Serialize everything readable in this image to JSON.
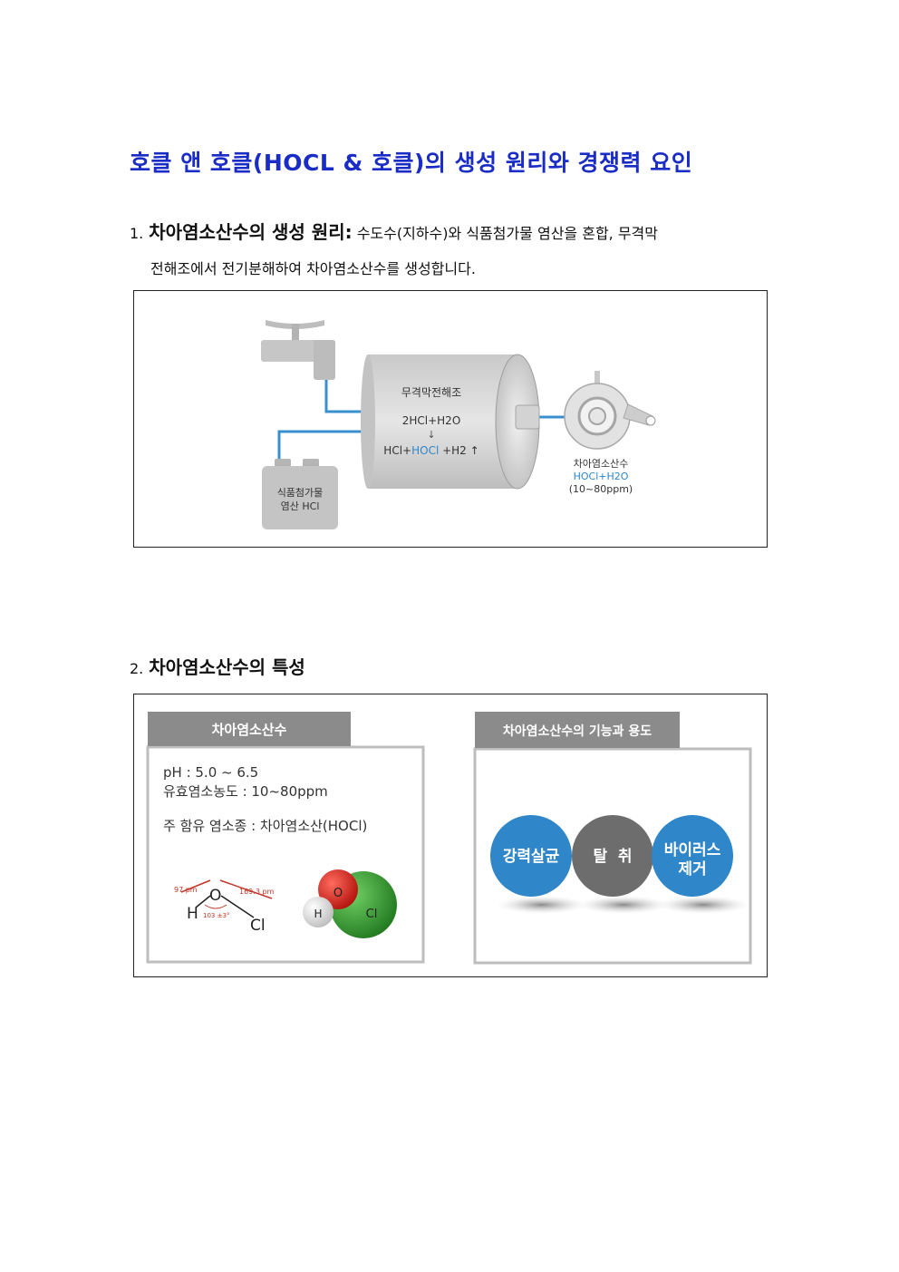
{
  "title": "호클 앤 호클(HOCL & 호클)의 생성 원리와 경쟁력 요인",
  "section1": {
    "number": "1.",
    "heading": "차아염소산수의 생성 원리:",
    "body_line1": "수도수(지하수)와 식품첨가물 염산을 혼합, 무격막",
    "body_line2": "전해조에서 전기분해하여 차아염소산수를 생성합니다.",
    "diagram": {
      "tank_title": "무격막전해조",
      "reaction_input": "2HCl+H2O",
      "arrow": "↓",
      "product_a": "HCl+",
      "product_b": "HOCl",
      "product_c": " +H2 ↑",
      "container_line1": "식품첨가물",
      "container_line2": "염산 HCl",
      "output_line1": "차아염소산수",
      "output_line2": "HOCl+H2O",
      "output_line3": "(10~80ppm)"
    }
  },
  "section2": {
    "number": "2.",
    "heading": "차아염소산수의 특성",
    "left_panel": {
      "tab": "차아염소산수",
      "ph": "pH : 5.0 ~ 6.5",
      "concentration": "유효염소농도 : 10~80ppm",
      "species": "주 함유 염소종 : 차아염소산(HOCl)",
      "mol_97": "97 pm",
      "mol_169": "169.3 pm",
      "mol_angle": "103 ±3°",
      "atom_h": "H",
      "atom_o": "O",
      "atom_cl": "Cl"
    },
    "right_panel": {
      "tab": "차아염소산수의 기능과 용도",
      "circle1": "강력살균",
      "circle2": "탈  취",
      "circle3_line1": "바이러스",
      "circle3_line2": "제거"
    }
  },
  "colors": {
    "title": "#1a2cc6",
    "blue_circle": "#2f86c9",
    "gray_circle": "#6d6d6d",
    "pipe": "#3a8fcf",
    "molecule_red": "#d8221b",
    "molecule_green": "#3b9a35"
  }
}
